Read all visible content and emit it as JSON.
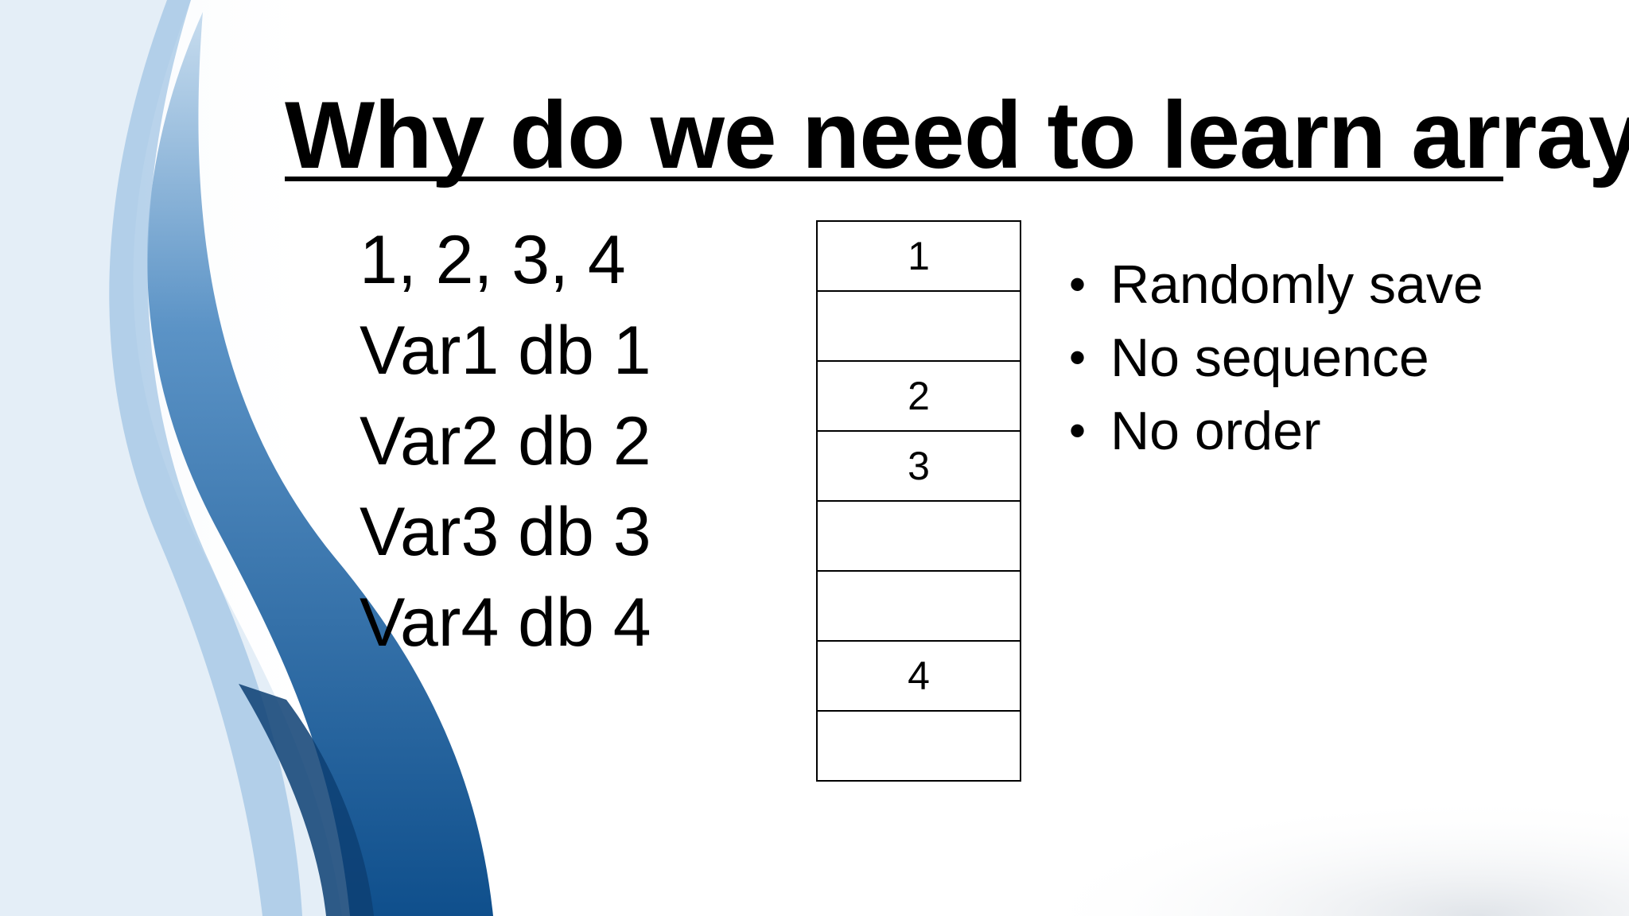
{
  "slide": {
    "title": "Why do we need to learn array?",
    "code_lines": [
      "1, 2, 3, 4",
      "Var1 db 1",
      "Var2 db 2",
      "Var3 db 3",
      "Var4 db 4"
    ],
    "memory_cells": [
      "1",
      "",
      "2",
      "3",
      "",
      "",
      "4",
      ""
    ],
    "bullets": [
      "Randomly save",
      "No sequence",
      "No order"
    ],
    "bullet_glyph": "•",
    "colors": {
      "swoosh_dark": "#1f5f9a",
      "swoosh_light": "#7fb0dc",
      "text": "#000000"
    }
  }
}
